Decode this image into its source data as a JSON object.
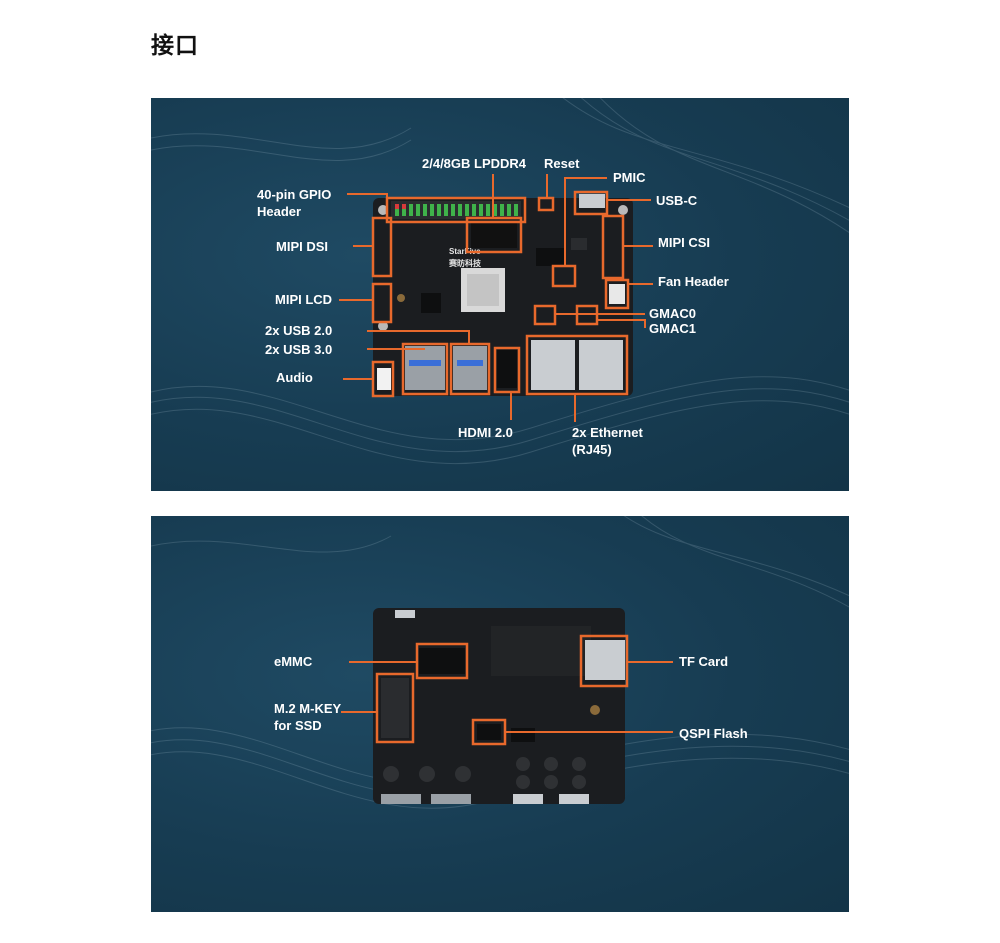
{
  "page": {
    "heading": "接口"
  },
  "top_diagram": {
    "labels": {
      "lpddr4": "2/4/8GB LPDDR4",
      "reset": "Reset",
      "pmic": "PMIC",
      "usb_c": "USB-C",
      "gpio_line1": "40-pin GPIO",
      "gpio_line2": "Header",
      "mipi_dsi": "MIPI DSI",
      "mipi_csi": "MIPI CSI",
      "fan_header": "Fan Header",
      "mipi_lcd": "MIPI LCD",
      "gmac0": "GMAC0",
      "gmac1": "GMAC1",
      "usb20": "2x USB 2.0",
      "usb30": "2x USB 3.0",
      "audio": "Audio",
      "hdmi": "HDMI 2.0",
      "ethernet_line1": "2x Ethernet",
      "ethernet_line2": "(RJ45)"
    },
    "board_logo": "StarFive",
    "board_logo_cn": "赛昉科技"
  },
  "bottom_diagram": {
    "labels": {
      "emmc": "eMMC",
      "m2_line1": "M.2 M-KEY",
      "m2_line2": "for SSD",
      "tf_card": "TF Card",
      "qspi_flash": "QSPI Flash"
    }
  },
  "colors": {
    "accent": "#e8692c",
    "background": "#173c52",
    "board": "#1b1d20"
  }
}
